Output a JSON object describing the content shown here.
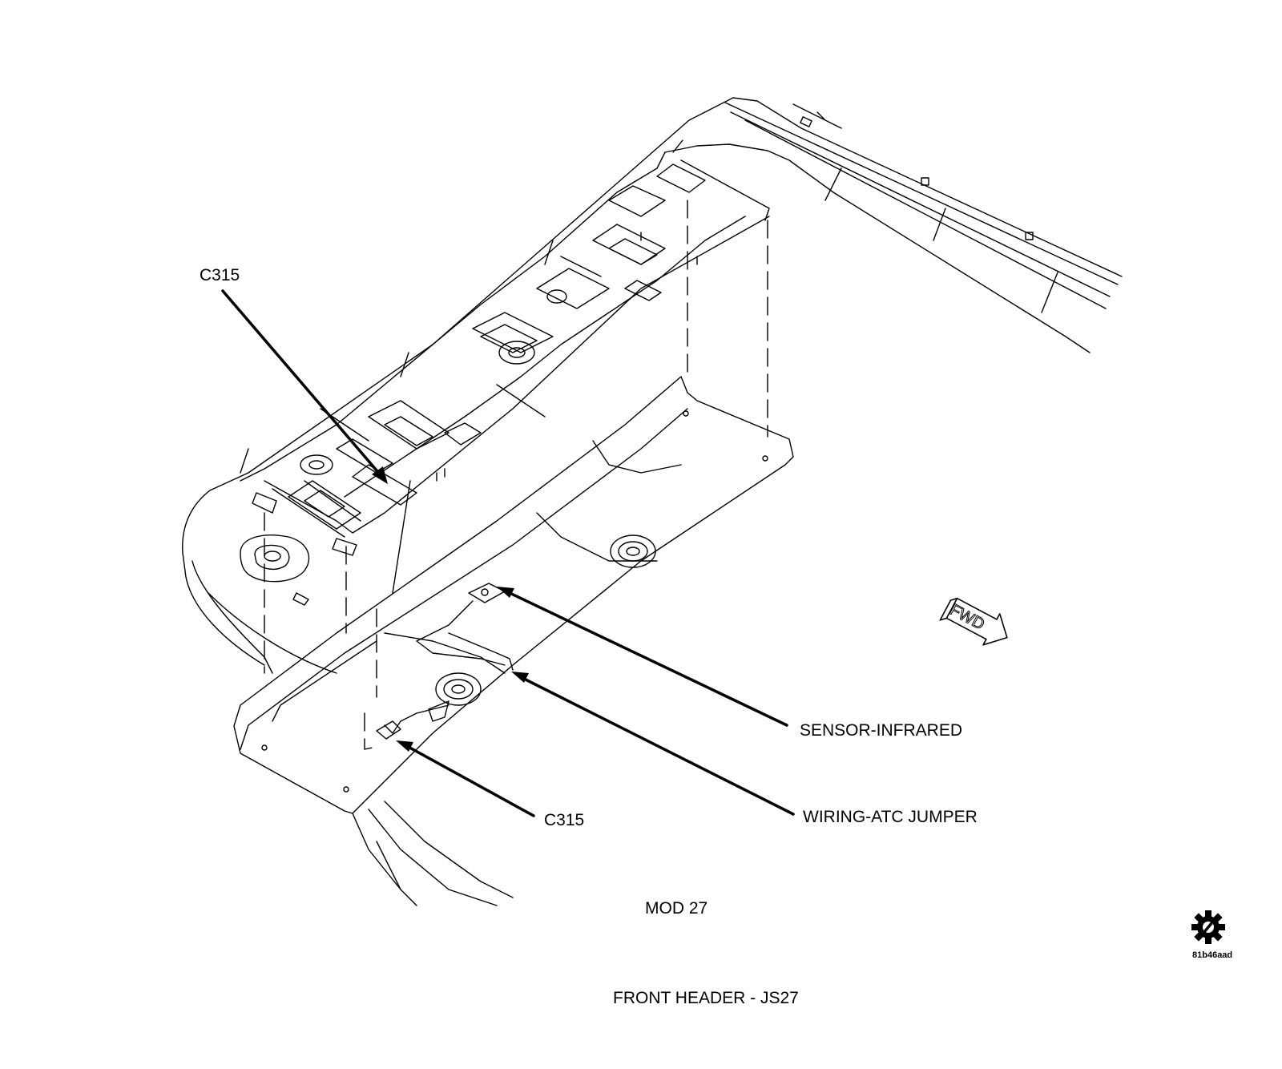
{
  "diagram": {
    "callouts": {
      "c315_top": "C315",
      "c315_bottom": "C315",
      "sensor_infrared": "SENSOR-INFRARED",
      "wiring_atc_jumper": "WIRING-ATC JUMPER"
    },
    "fwd_marker": "FWD",
    "model_caption": "MOD 27",
    "figure_title": "FRONT HEADER - JS27",
    "reference_code": "81b46aad",
    "logo_icon": "gear-slash-icon",
    "line_color": "#000000",
    "background_color": "#ffffff"
  }
}
